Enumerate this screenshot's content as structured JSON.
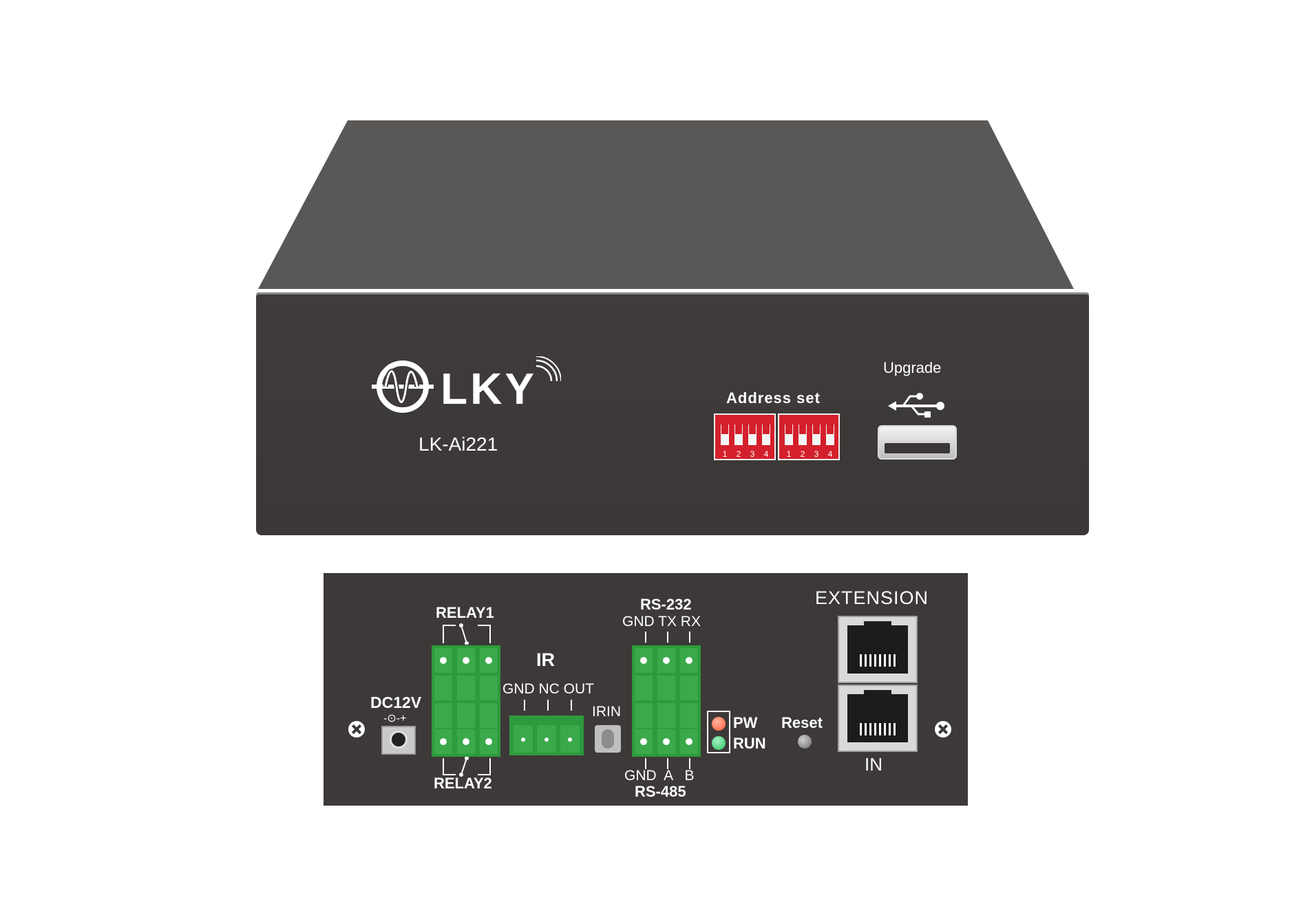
{
  "device": {
    "brand": "LKY",
    "model": "LK-Ai221",
    "front": {
      "address_label": "Address set",
      "upgrade_label": "Upgrade",
      "dip_numbers": [
        "1",
        "2",
        "3",
        "4"
      ]
    },
    "rear": {
      "power_label": "DC12V",
      "polarity": "-⊙-+",
      "relay1": "RELAY1",
      "relay2": "RELAY2",
      "ir_label": "IR",
      "ir_pins": "GND NC OUT",
      "irin_label": "IRIN",
      "rs232_label": "RS-232",
      "rs232_pins": "GND TX RX",
      "rs485_pins": "GND  A   B",
      "rs485_label": "RS-485",
      "pw_label": "PW",
      "run_label": "RUN",
      "reset_label": "Reset",
      "extension_label": "EXTENSION",
      "in_label": "IN"
    }
  },
  "colors": {
    "body": "#3c3938",
    "top": "#5a5856",
    "terminal_green": "#2d9a3d",
    "dip_red": "#d4202c",
    "led_pw": "#ff5a36",
    "led_run": "#29c25e"
  }
}
